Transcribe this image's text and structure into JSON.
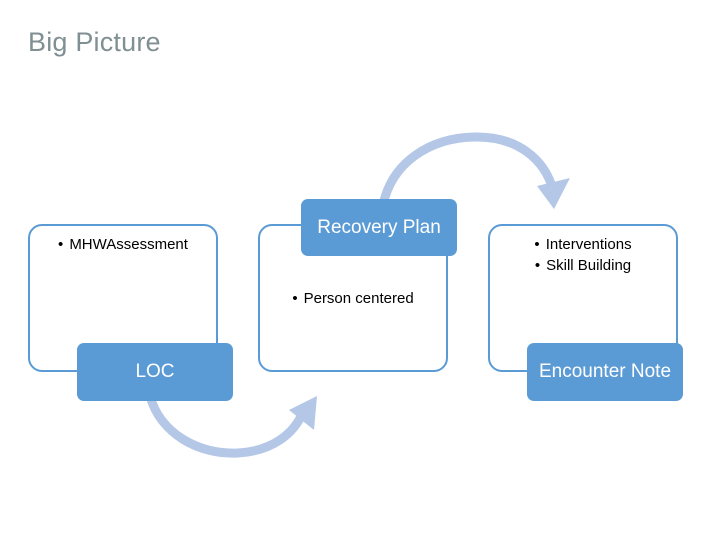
{
  "slide": {
    "title": "Big Picture",
    "title_color": "#7f8f93",
    "background_color": "#ffffff",
    "accent_color": "#5b9bd5",
    "arrow_color": "#b4c7e7"
  },
  "stages": [
    {
      "id": "assessment",
      "outline_bullets": [
        "MHWAssessment"
      ],
      "badge_label": "LOC"
    },
    {
      "id": "recovery-plan",
      "outline_bullets": [
        "Person centered"
      ],
      "badge_label": "Recovery Plan"
    },
    {
      "id": "service-delivery",
      "outline_bullets": [
        "Interventions",
        "Skill Building"
      ],
      "badge_label": "Encounter Note"
    }
  ],
  "bullet_glyph": "•",
  "arrows": [
    {
      "name": "arrow-recovery-plan-to-service-delivery",
      "direction": "clockwise-top"
    },
    {
      "name": "arrow-loc-to-recovery-plan",
      "direction": "clockwise-bottom"
    }
  ]
}
